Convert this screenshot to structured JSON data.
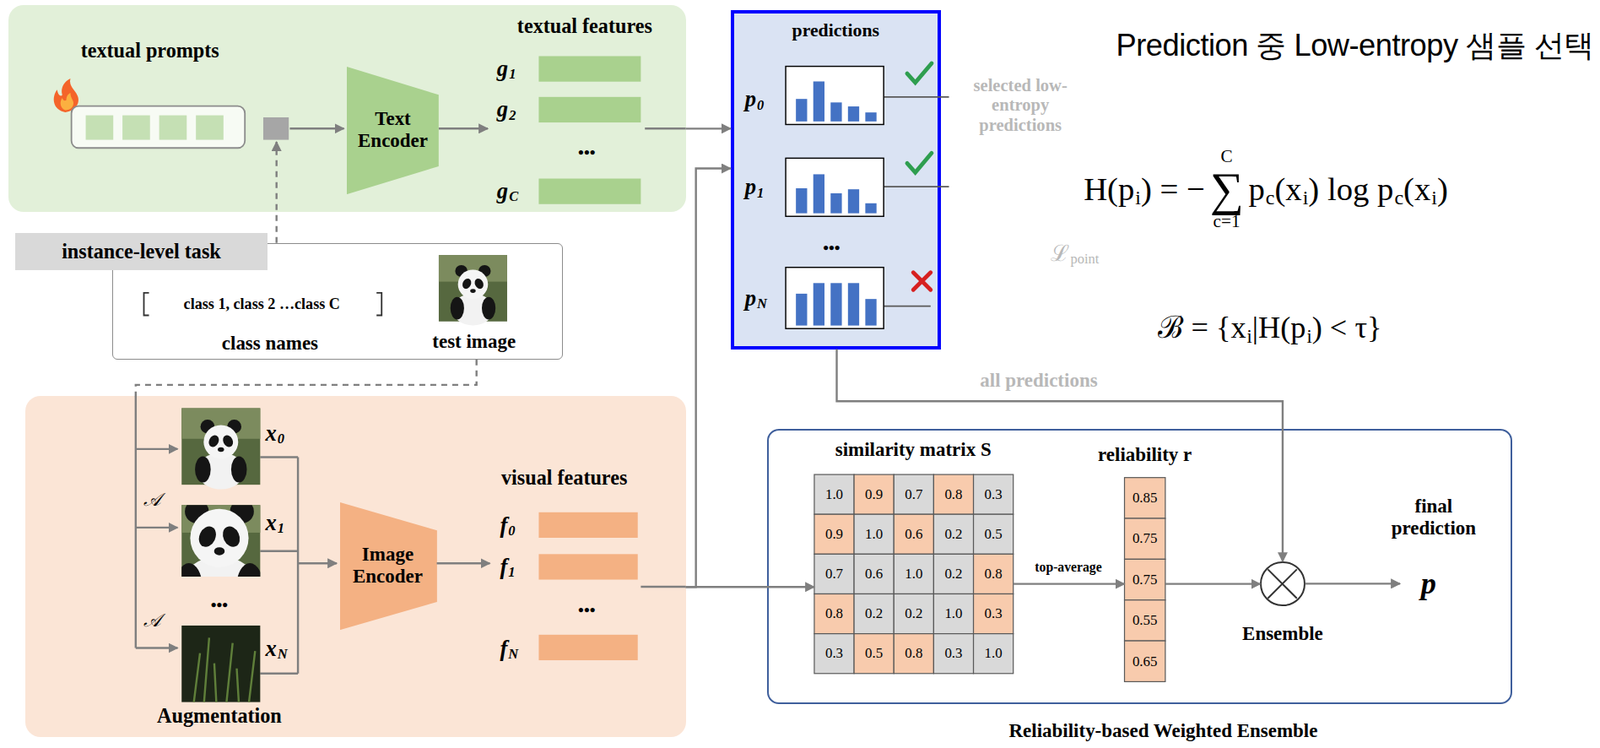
{
  "diagram": {
    "title": "Prediction 중 Low-entropy 샘플 선택",
    "nodes": [
      {
        "text": [
          "textual prompts",
          "textual features"
        ]
      },
      {
        "text": [
          "Text Encoder"
        ],
        "in": 0
      },
      {
        "text": [
          "instance-level task"
        ]
      },
      {
        "text": [
          "class 1, class 2 …class C",
          "class names",
          "test image"
        ]
      },
      {
        "text": [
          "visual features",
          "Augmentation"
        ]
      },
      {
        "text": [
          "Image Encoder"
        ],
        "in": 4
      },
      {
        "text": [
          "predictions"
        ]
      },
      {
        "text": [
          "Reliability-based Weighted Ensemble"
        ]
      },
      {
        "text": [
          "similarity matrix S"
        ],
        "in": 7
      },
      {
        "text": [
          "reliability r"
        ],
        "in": 7
      },
      {
        "text": [
          "Ensemble"
        ],
        "in": 7
      }
    ],
    "edges": [
      {
        "from": 0,
        "to": 6,
        "arrow": "to"
      },
      {
        "from": 4,
        "to": 6,
        "arrow": "to"
      },
      {
        "from": 4,
        "to": 8,
        "arrow": "to"
      },
      {
        "from": 8,
        "to": 9,
        "label": "top-average",
        "arrow": "to"
      },
      {
        "from": 9,
        "to": 10,
        "arrow": "to"
      },
      {
        "from": 6,
        "to": 10,
        "arrow": "to"
      },
      {
        "from": 3,
        "to": 0,
        "arrow": "to"
      },
      {
        "from": 3,
        "to": 4,
        "arrow": "none"
      }
    ],
    "labels": [
      "g",
      "1",
      "g",
      "2",
      "•••",
      "g",
      "C",
      "p",
      "0",
      "p",
      "1",
      "•••",
      "p",
      "N",
      "x",
      "0",
      "𝒜",
      "x",
      "1",
      "•••",
      "𝒜",
      "x",
      "N",
      "f",
      "0",
      "f",
      "1",
      "•••",
      "f",
      "N",
      "1.0",
      "0.9",
      "0.7",
      "0.8",
      "0.3",
      "0.9",
      "1.0",
      "0.6",
      "0.2",
      "0.5",
      "0.7",
      "0.6",
      "1.0",
      "0.2",
      "0.8",
      "0.8",
      "0.2",
      "0.2",
      "1.0",
      "0.3",
      "0.3",
      "0.5",
      "0.8",
      "0.3",
      "1.0",
      "0.85",
      "0.75",
      "0.75",
      "0.55",
      "0.65",
      "final prediction",
      "p",
      "selected low-entropy predictions",
      "ℒ",
      "point",
      "all predictions",
      "H(p",
      "i",
      ") = −",
      "C",
      "∑",
      "c=1",
      "p",
      "c",
      "(x",
      "i",
      ") log p",
      "c",
      "(x",
      "i",
      ")",
      "ℬ = {x",
      "i",
      "|H(p",
      "i",
      ") < τ}"
    ]
  }
}
